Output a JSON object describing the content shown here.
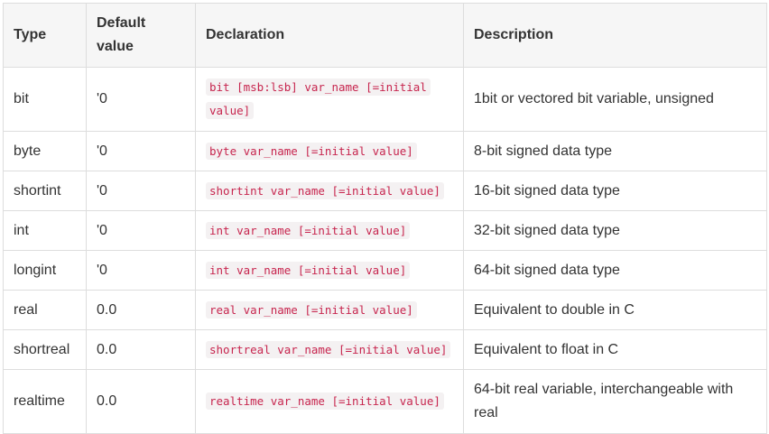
{
  "table": {
    "headers": {
      "type": "Type",
      "default_value": "Default value",
      "declaration": "Declaration",
      "description": "Description"
    },
    "rows": [
      {
        "type": "bit",
        "default_value": "'0",
        "declaration": "bit [msb:lsb] var_name [=initial value]",
        "description": "1bit or vectored bit variable, unsigned"
      },
      {
        "type": "byte",
        "default_value": "'0",
        "declaration": "byte var_name [=initial value]",
        "description": "8-bit signed data type"
      },
      {
        "type": "shortint",
        "default_value": "'0",
        "declaration": "shortint var_name [=initial value]",
        "description": "16-bit signed data type"
      },
      {
        "type": "int",
        "default_value": "'0",
        "declaration": "int var_name [=initial value]",
        "description": "32-bit signed data type"
      },
      {
        "type": "longint",
        "default_value": "'0",
        "declaration": "int var_name [=initial value]",
        "description": "64-bit signed data type"
      },
      {
        "type": "real",
        "default_value": "0.0",
        "declaration": "real var_name [=initial value]",
        "description": "Equivalent to double in C"
      },
      {
        "type": "shortreal",
        "default_value": "0.0",
        "declaration": "shortreal var_name [=initial value]",
        "description": "Equivalent to float in C"
      },
      {
        "type": "realtime",
        "default_value": "0.0",
        "declaration": "realtime var_name [=initial value]",
        "description": "64-bit real variable, interchangeable with real"
      }
    ]
  }
}
